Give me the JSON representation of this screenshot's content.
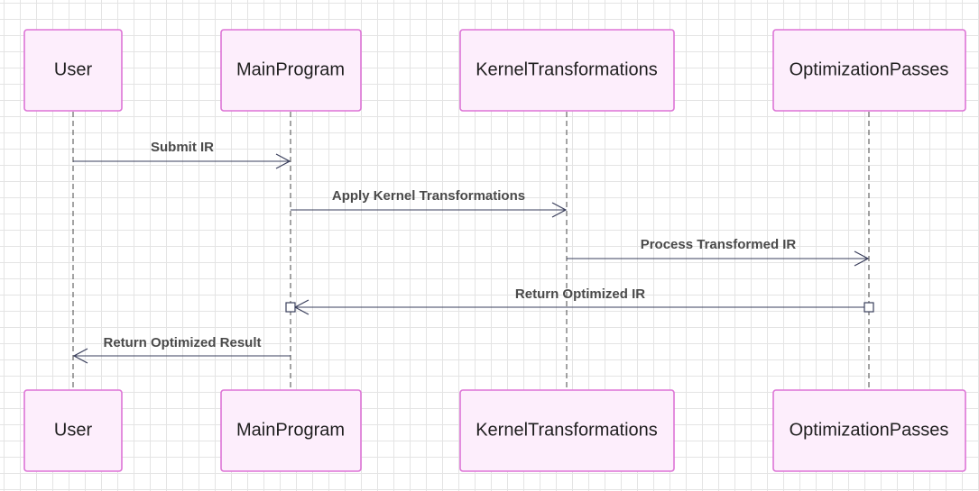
{
  "participants": [
    {
      "id": "user",
      "label": "User"
    },
    {
      "id": "main",
      "label": "MainProgram"
    },
    {
      "id": "kernel",
      "label": "KernelTransformations"
    },
    {
      "id": "opt",
      "label": "OptimizationPasses"
    }
  ],
  "messages": [
    {
      "from": "user",
      "to": "main",
      "label": "Submit IR",
      "style": "open-arrow"
    },
    {
      "from": "main",
      "to": "kernel",
      "label": "Apply Kernel Transformations",
      "style": "open-arrow"
    },
    {
      "from": "kernel",
      "to": "opt",
      "label": "Process Transformed IR",
      "style": "open-arrow"
    },
    {
      "from": "opt",
      "to": "main",
      "label": "Return Optimized IR",
      "style": "square-ends"
    },
    {
      "from": "main",
      "to": "user",
      "label": "Return Optimized Result",
      "style": "open-arrow"
    }
  ],
  "colors": {
    "actor_fill": "#fdeefc",
    "actor_stroke": "#dd74d6",
    "lifeline": "#4a4a4a",
    "message_line": "#3a3f5c",
    "grid": "#e4e4e4"
  }
}
